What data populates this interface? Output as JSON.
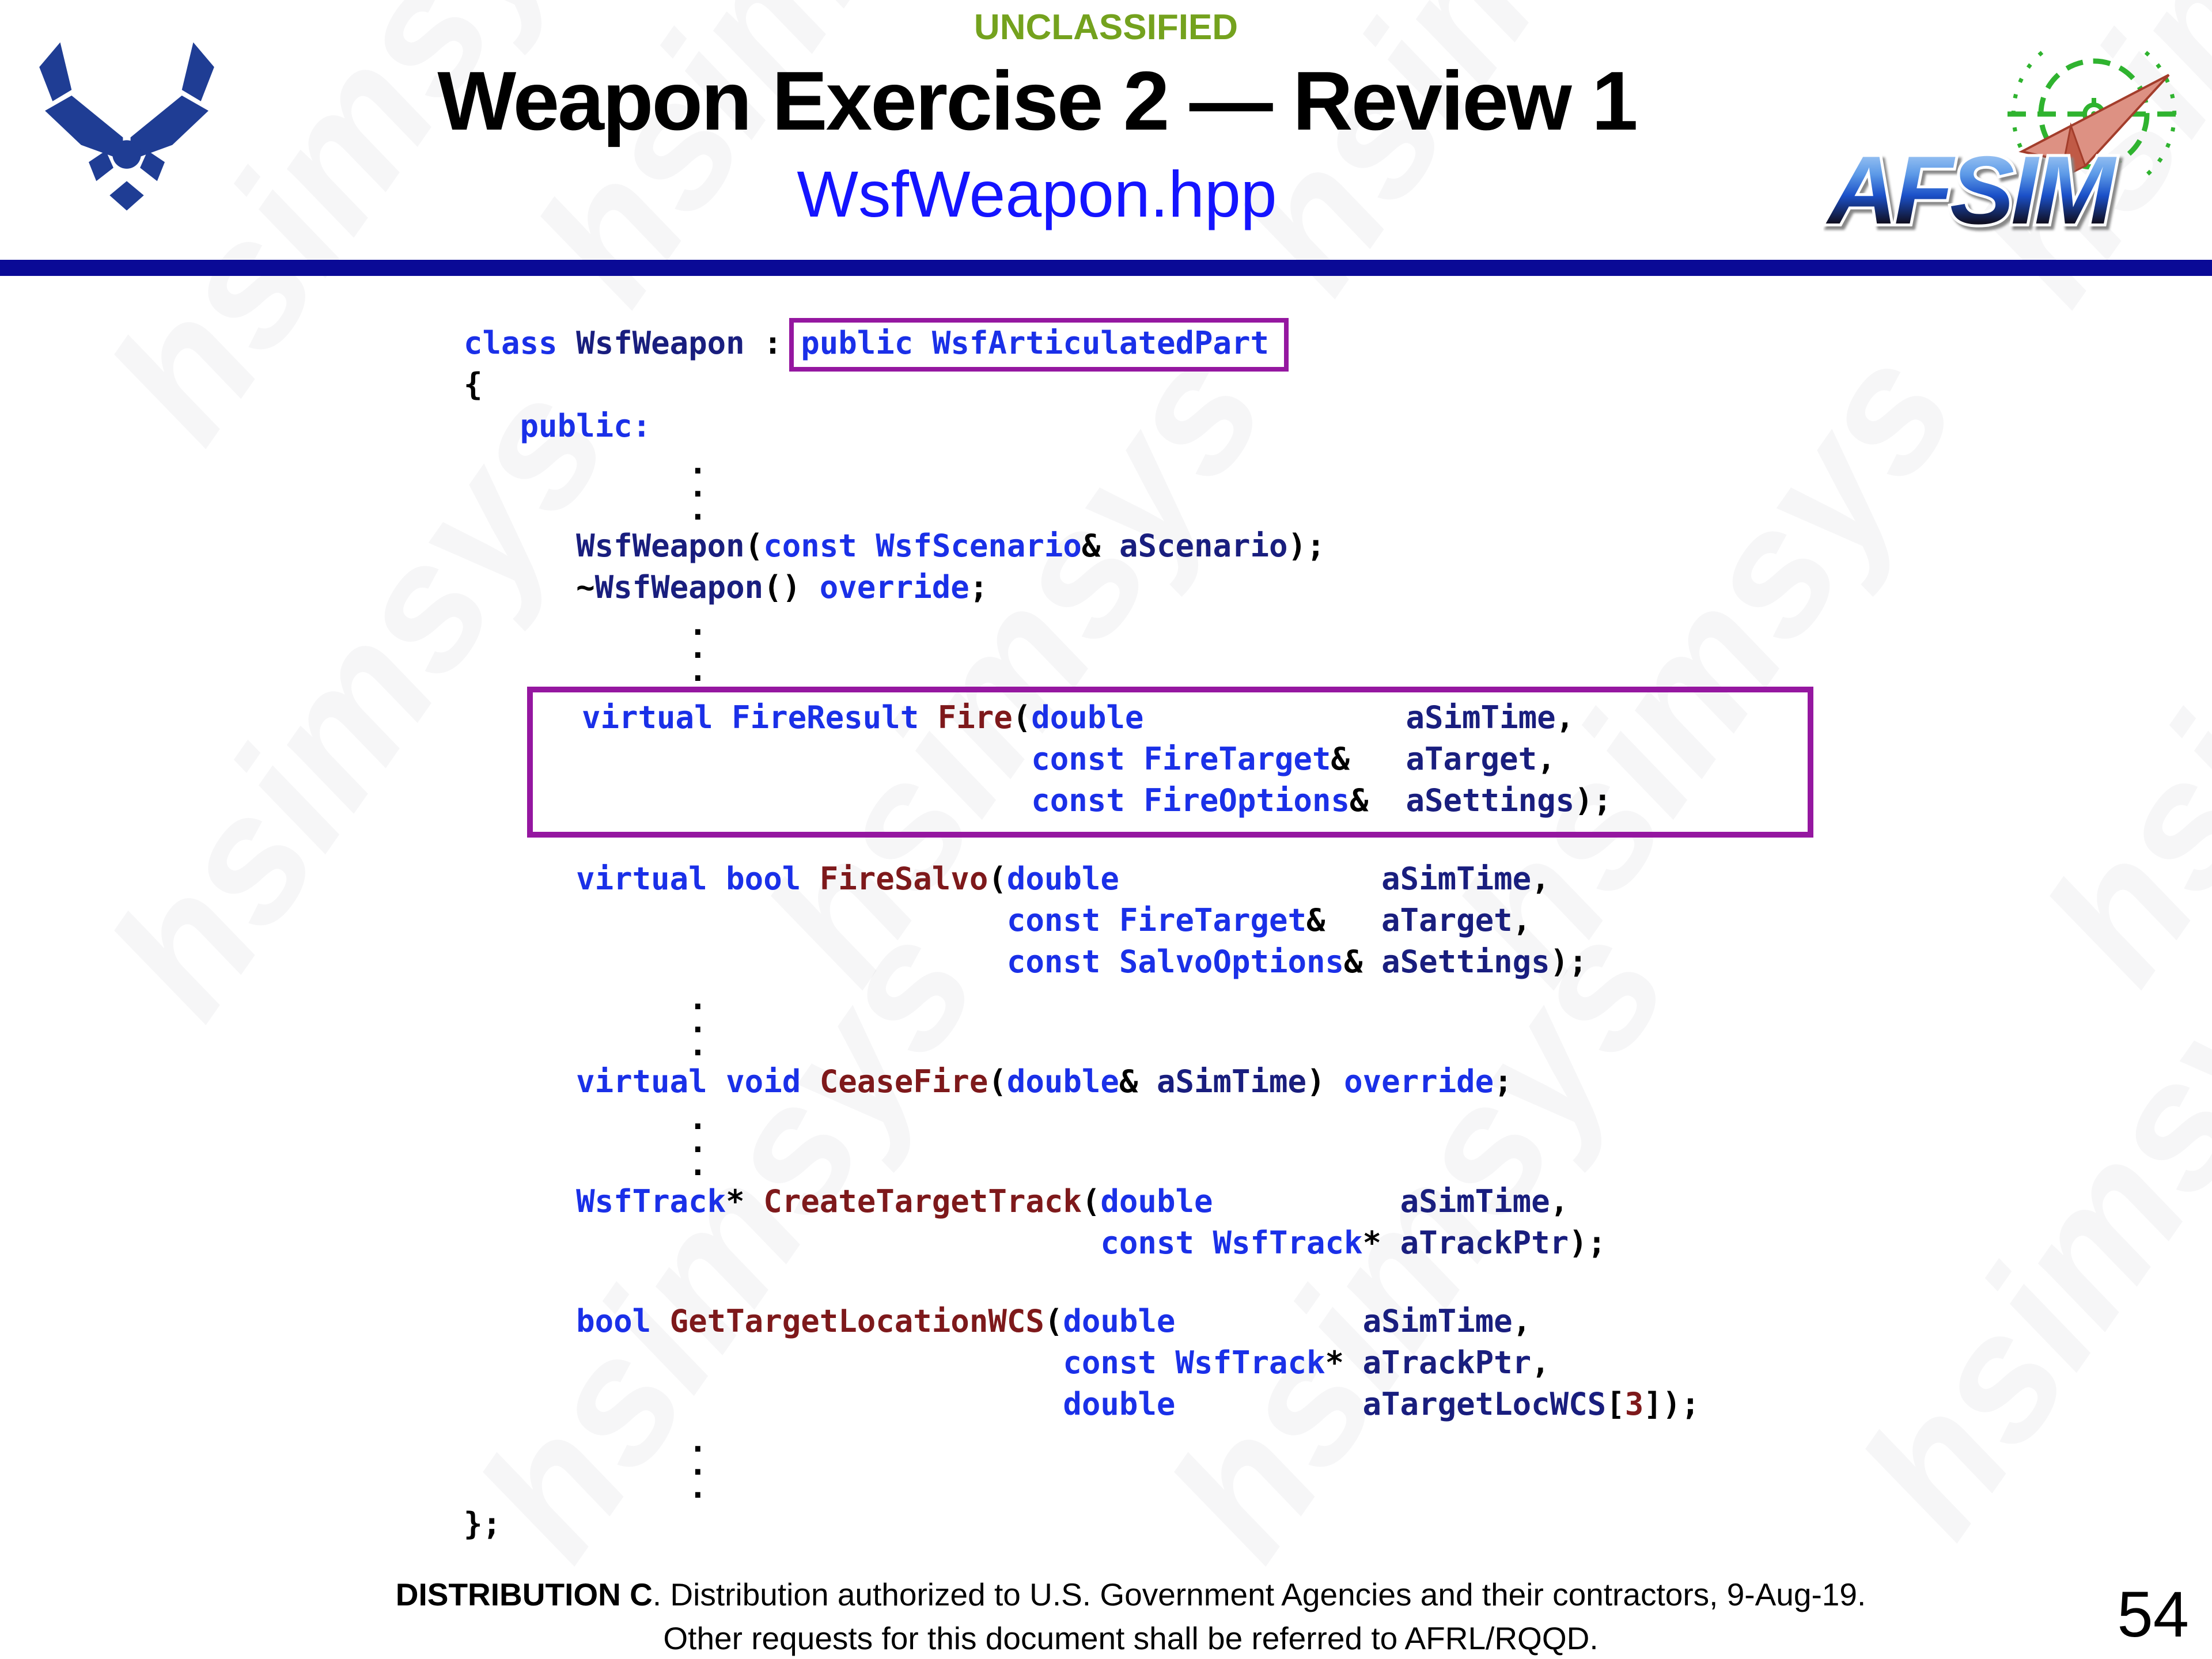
{
  "classification": "UNCLASSIFIED",
  "title": "Weapon Exercise 2 — Review 1",
  "subtitle": "WsfWeapon.hpp",
  "watermark": "hsimsys",
  "logos": {
    "usaf": "usaf-wings-logo",
    "afsim_text": "AFSIM"
  },
  "colors": {
    "classification_green": "#74A21E",
    "title_black": "#000000",
    "subtitle_blue": "#1414FF",
    "divider_navy": "#0A0A96",
    "highlight_purple": "#9517A0",
    "code_keyword_blue": "#1A30E8",
    "code_identifier_navy": "#191E7E",
    "code_function_maroon": "#7E191B",
    "usaf_logo_blue": "#1F3D94",
    "afsim_green": "#2FB32F",
    "afsim_plane_salmon": "#DD9183"
  },
  "code": {
    "sections": [
      {
        "kind": "line",
        "tokens": [
          [
            "kw",
            "class"
          ],
          [
            "pl",
            " "
          ],
          [
            "id",
            "WsfWeapon"
          ],
          [
            "pl",
            " : "
          ],
          [
            "boxed",
            [
              [
                "kw",
                "public"
              ],
              [
                "pl",
                " "
              ],
              [
                "ty",
                "WsfArticulatedPart"
              ]
            ]
          ]
        ]
      },
      {
        "kind": "line",
        "tokens": [
          [
            "pl",
            "{"
          ]
        ]
      },
      {
        "kind": "line",
        "tokens": [
          [
            "pl",
            "   "
          ],
          [
            "kw",
            "public:"
          ]
        ]
      },
      {
        "kind": "dots"
      },
      {
        "kind": "line",
        "tokens": [
          [
            "pl",
            "      "
          ],
          [
            "id",
            "WsfWeapon"
          ],
          [
            "pl",
            "("
          ],
          [
            "kw",
            "const"
          ],
          [
            "pl",
            " "
          ],
          [
            "ty",
            "WsfScenario"
          ],
          [
            "pl",
            "& "
          ],
          [
            "id",
            "aScenario"
          ],
          [
            "pl",
            ");"
          ]
        ]
      },
      {
        "kind": "line",
        "tokens": [
          [
            "pl",
            "      ~"
          ],
          [
            "id",
            "WsfWeapon"
          ],
          [
            "pl",
            "() "
          ],
          [
            "kw",
            "override"
          ],
          [
            "pl",
            ";"
          ]
        ]
      },
      {
        "kind": "dots"
      },
      {
        "kind": "firebox",
        "lines": [
          [
            [
              "kw",
              "virtual"
            ],
            [
              "pl",
              " "
            ],
            [
              "ty",
              "FireResult"
            ],
            [
              "pl",
              " "
            ],
            [
              "fn",
              "Fire"
            ],
            [
              "pl",
              "("
            ],
            [
              "kw",
              "double"
            ],
            [
              "pl",
              "              "
            ],
            [
              "id",
              "aSimTime"
            ],
            [
              "pl",
              ","
            ]
          ],
          [
            [
              "pl",
              "                        "
            ],
            [
              "kw",
              "const"
            ],
            [
              "pl",
              " "
            ],
            [
              "ty",
              "FireTarget"
            ],
            [
              "pl",
              "&   "
            ],
            [
              "id",
              "aTarget"
            ],
            [
              "pl",
              ","
            ]
          ],
          [
            [
              "pl",
              "                        "
            ],
            [
              "kw",
              "const"
            ],
            [
              "pl",
              " "
            ],
            [
              "ty",
              "FireOptions"
            ],
            [
              "pl",
              "&  "
            ],
            [
              "id",
              "aSettings"
            ],
            [
              "pl",
              ");"
            ]
          ]
        ]
      },
      {
        "kind": "line",
        "cls": "mt36",
        "tokens": [
          [
            "pl",
            "      "
          ],
          [
            "kw",
            "virtual"
          ],
          [
            "pl",
            " "
          ],
          [
            "kw",
            "bool"
          ],
          [
            "pl",
            " "
          ],
          [
            "fn",
            "FireSalvo"
          ],
          [
            "pl",
            "("
          ],
          [
            "kw",
            "double"
          ],
          [
            "pl",
            "              "
          ],
          [
            "id",
            "aSimTime"
          ],
          [
            "pl",
            ","
          ]
        ]
      },
      {
        "kind": "line",
        "tokens": [
          [
            "pl",
            "                             "
          ],
          [
            "kw",
            "const"
          ],
          [
            "pl",
            " "
          ],
          [
            "ty",
            "FireTarget"
          ],
          [
            "pl",
            "&   "
          ],
          [
            "id",
            "aTarget"
          ],
          [
            "pl",
            ","
          ]
        ]
      },
      {
        "kind": "line",
        "tokens": [
          [
            "pl",
            "                             "
          ],
          [
            "kw",
            "const"
          ],
          [
            "pl",
            " "
          ],
          [
            "ty",
            "SalvoOptions"
          ],
          [
            "pl",
            "& "
          ],
          [
            "id",
            "aSettings"
          ],
          [
            "pl",
            ");"
          ]
        ]
      },
      {
        "kind": "dots"
      },
      {
        "kind": "line",
        "tokens": [
          [
            "pl",
            "      "
          ],
          [
            "kw",
            "virtual"
          ],
          [
            "pl",
            " "
          ],
          [
            "kw",
            "void"
          ],
          [
            "pl",
            " "
          ],
          [
            "fn",
            "CeaseFire"
          ],
          [
            "pl",
            "("
          ],
          [
            "kw",
            "double"
          ],
          [
            "pl",
            "& "
          ],
          [
            "id",
            "aSimTime"
          ],
          [
            "pl",
            ") "
          ],
          [
            "kw",
            "override"
          ],
          [
            "pl",
            ";"
          ]
        ]
      },
      {
        "kind": "dots"
      },
      {
        "kind": "line",
        "tokens": [
          [
            "pl",
            "      "
          ],
          [
            "ty",
            "WsfTrack"
          ],
          [
            "pl",
            "* "
          ],
          [
            "fn",
            "CreateTargetTrack"
          ],
          [
            "pl",
            "("
          ],
          [
            "kw",
            "double"
          ],
          [
            "pl",
            "          "
          ],
          [
            "id",
            "aSimTime"
          ],
          [
            "pl",
            ","
          ]
        ]
      },
      {
        "kind": "line",
        "tokens": [
          [
            "pl",
            "                                  "
          ],
          [
            "kw",
            "const"
          ],
          [
            "pl",
            " "
          ],
          [
            "ty",
            "WsfTrack"
          ],
          [
            "pl",
            "* "
          ],
          [
            "id",
            "aTrackPtr"
          ],
          [
            "pl",
            ");"
          ]
        ]
      },
      {
        "kind": "blank"
      },
      {
        "kind": "line",
        "tokens": [
          [
            "pl",
            "      "
          ],
          [
            "kw",
            "bool"
          ],
          [
            "pl",
            " "
          ],
          [
            "fn",
            "GetTargetLocationWCS"
          ],
          [
            "pl",
            "("
          ],
          [
            "kw",
            "double"
          ],
          [
            "pl",
            "          "
          ],
          [
            "id",
            "aSimTime"
          ],
          [
            "pl",
            ","
          ]
        ]
      },
      {
        "kind": "line",
        "tokens": [
          [
            "pl",
            "                                "
          ],
          [
            "kw",
            "const"
          ],
          [
            "pl",
            " "
          ],
          [
            "ty",
            "WsfTrack"
          ],
          [
            "pl",
            "* "
          ],
          [
            "id",
            "aTrackPtr"
          ],
          [
            "pl",
            ","
          ]
        ]
      },
      {
        "kind": "line",
        "tokens": [
          [
            "pl",
            "                                "
          ],
          [
            "kw",
            "double"
          ],
          [
            "pl",
            "          "
          ],
          [
            "id",
            "aTargetLocWCS"
          ],
          [
            "pl",
            "["
          ],
          [
            "num",
            "3"
          ],
          [
            "pl",
            "]);"
          ]
        ]
      },
      {
        "kind": "dots"
      },
      {
        "kind": "line",
        "tokens": [
          [
            "pl",
            "};"
          ]
        ]
      }
    ]
  },
  "footer": {
    "line1_bold": "DISTRIBUTION C",
    "line1_rest": ". Distribution authorized to U.S. Government Agencies and their contractors, 9-Aug-19.",
    "line2": "Other requests for this document shall be referred to AFRL/RQQD.",
    "page_number": "54"
  }
}
